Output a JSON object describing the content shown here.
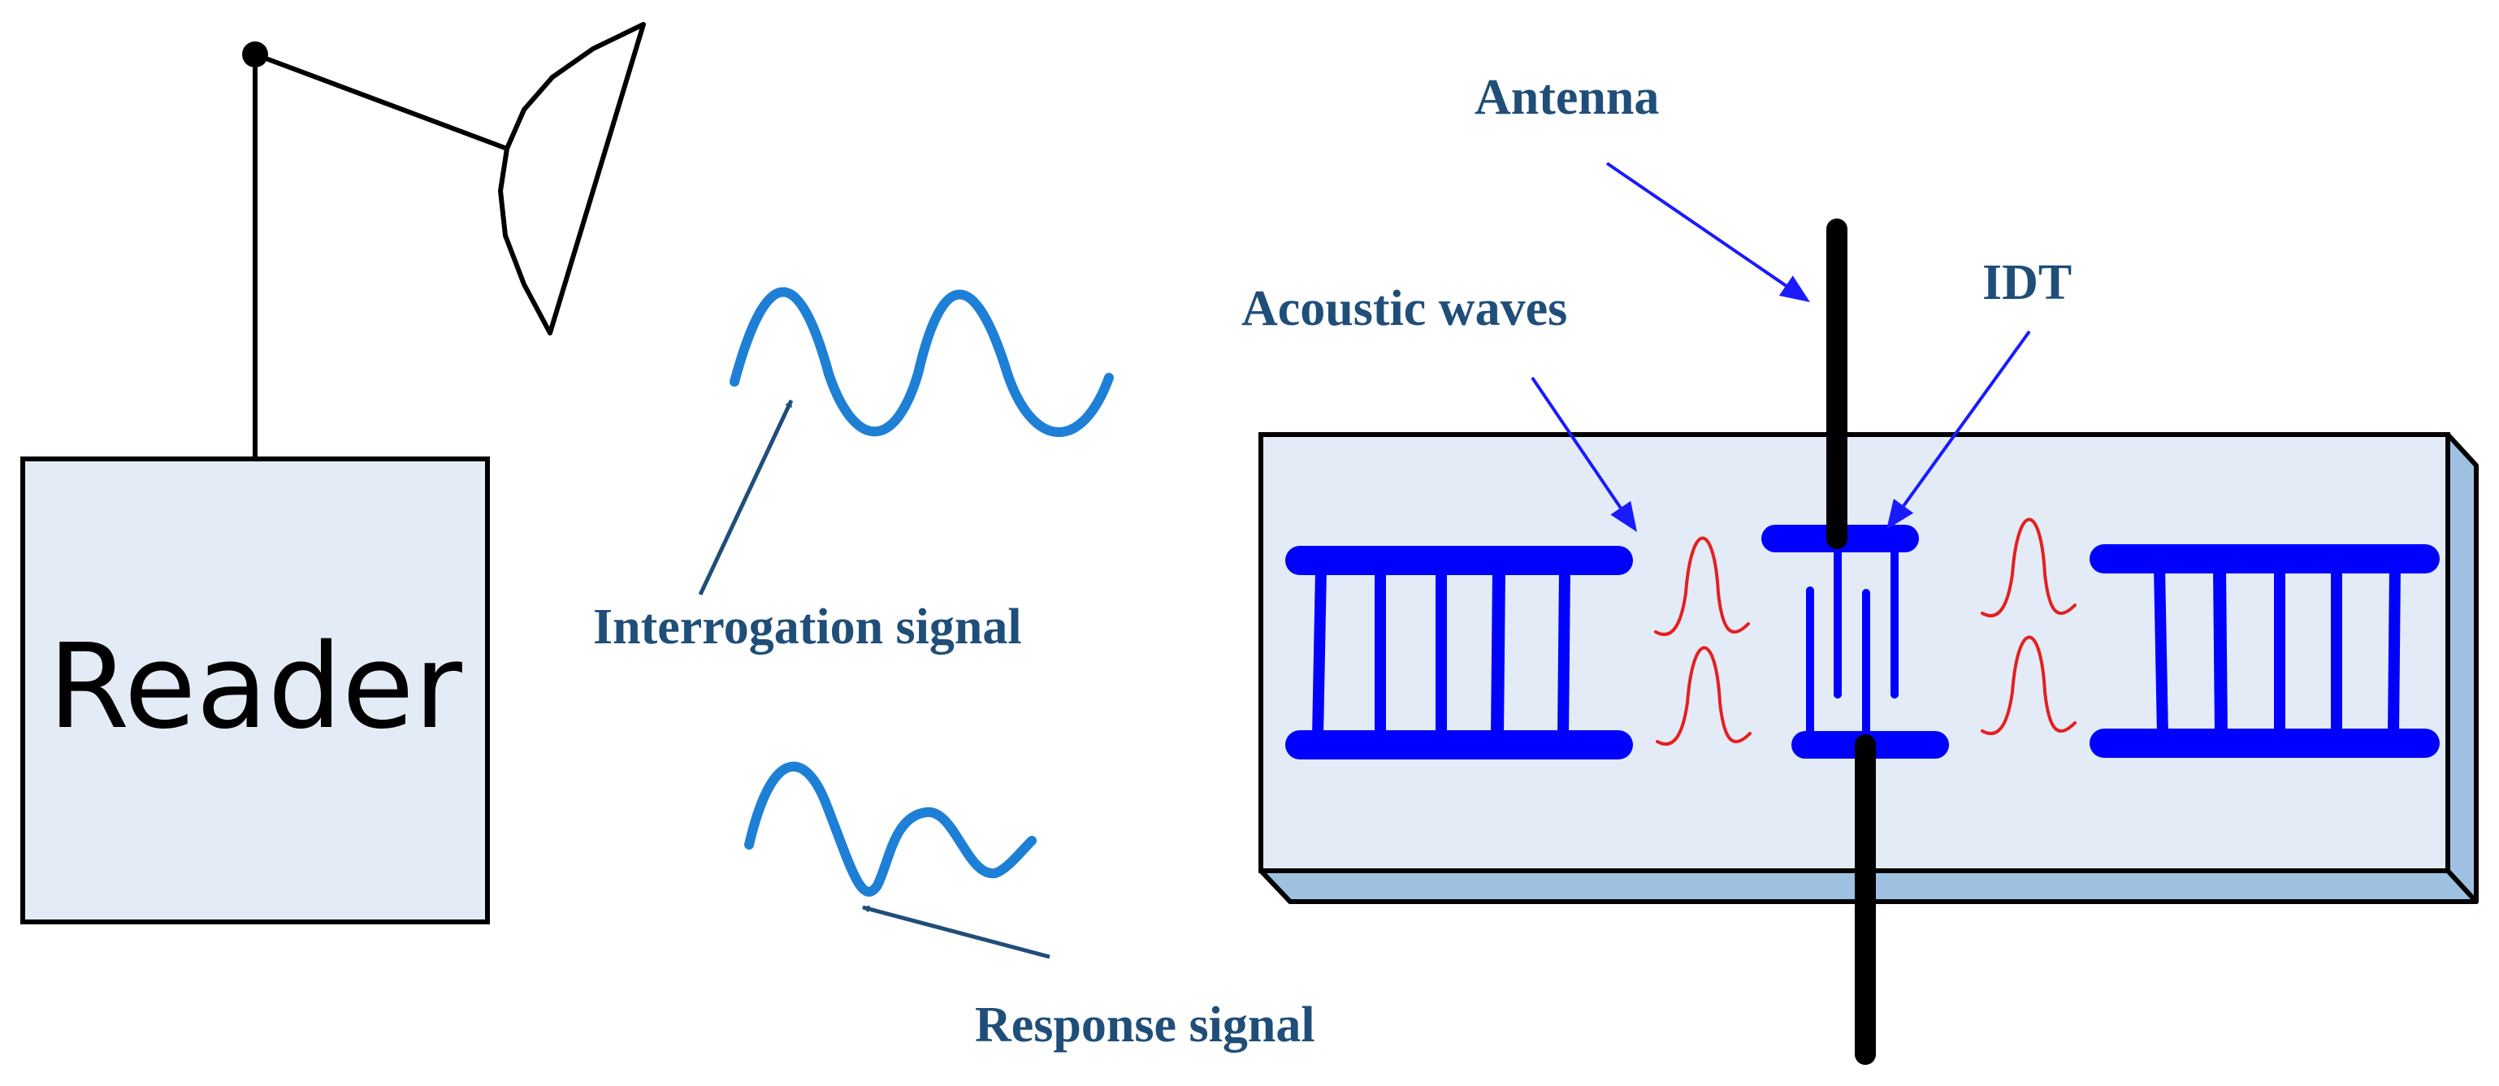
{
  "reader": {
    "label": "Reader"
  },
  "labels": {
    "antenna": "Antenna",
    "idt": "IDT",
    "acoustic_waves": "Acoustic waves",
    "interrogation_signal": "Interrogation signal",
    "response_signal": "Response signal"
  },
  "colors": {
    "label_text": "#1f4e79",
    "callout_arrow": "#1a1aff",
    "signal_wave": "#1e7fd6",
    "signal_arrow": "#1f4e79",
    "electrode": "#0000ff",
    "acoustic_pulse": "#e32020",
    "substrate_top": "#e3ebf6",
    "substrate_side": "#9ec1e2",
    "reader_fill": "#e3ebf6",
    "outline": "#000000"
  }
}
